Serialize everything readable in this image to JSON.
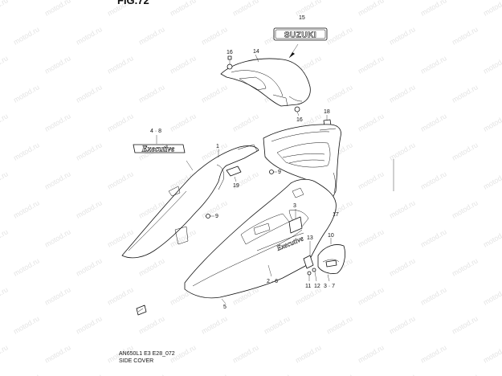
{
  "figure": {
    "title": "FIG.72",
    "model_code": "AN650L1 E3 E28_072",
    "caption": "SIDE COVER",
    "brand_emblem": "SUZUKI",
    "model_emblem": "Executive",
    "watermark": "motod.ru"
  },
  "callouts": [
    {
      "id": "c15",
      "text": "15"
    },
    {
      "id": "c14",
      "text": "14"
    },
    {
      "id": "c16a",
      "text": "16"
    },
    {
      "id": "c16b",
      "text": "16"
    },
    {
      "id": "c18",
      "text": "18"
    },
    {
      "id": "c4-8",
      "text": "4 · 8"
    },
    {
      "id": "c1",
      "text": "1"
    },
    {
      "id": "c9a",
      "text": "9"
    },
    {
      "id": "c19",
      "text": "19"
    },
    {
      "id": "c9b",
      "text": "9"
    },
    {
      "id": "c17",
      "text": "17"
    },
    {
      "id": "c3",
      "text": "3"
    },
    {
      "id": "c10",
      "text": "10"
    },
    {
      "id": "c13",
      "text": "13"
    },
    {
      "id": "c2-6",
      "text": "2 · 6"
    },
    {
      "id": "c11",
      "text": "11"
    },
    {
      "id": "c12",
      "text": "12"
    },
    {
      "id": "c3-7",
      "text": "3 · 7"
    },
    {
      "id": "c5",
      "text": "5"
    }
  ]
}
